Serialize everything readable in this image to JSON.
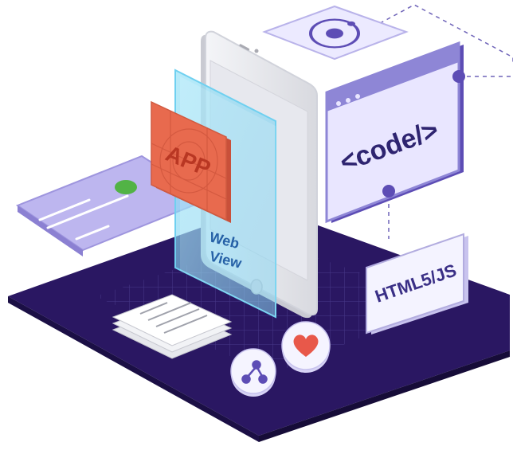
{
  "labels": {
    "app": "APP",
    "web": "Web",
    "view": "View",
    "code": "<code/>",
    "html": "HTML5/JS"
  },
  "colors": {
    "platform": "#2a1762",
    "panel": "#e9e6ff",
    "panel_border": "#8e86d6",
    "accent_purple": "#5d4db5",
    "app_orange": "#e86a4e",
    "app_text": "#b93723",
    "web_text": "#2560a6",
    "heart": "#e8584a",
    "card_bg": "#bdb6ef",
    "card_dot": "#52b346",
    "phone": "#ecedf1"
  },
  "icons": [
    "ionic-logo-icon",
    "heart-icon",
    "share-icon",
    "document-stack-icon",
    "credit-card-icon",
    "smartphone-icon"
  ]
}
